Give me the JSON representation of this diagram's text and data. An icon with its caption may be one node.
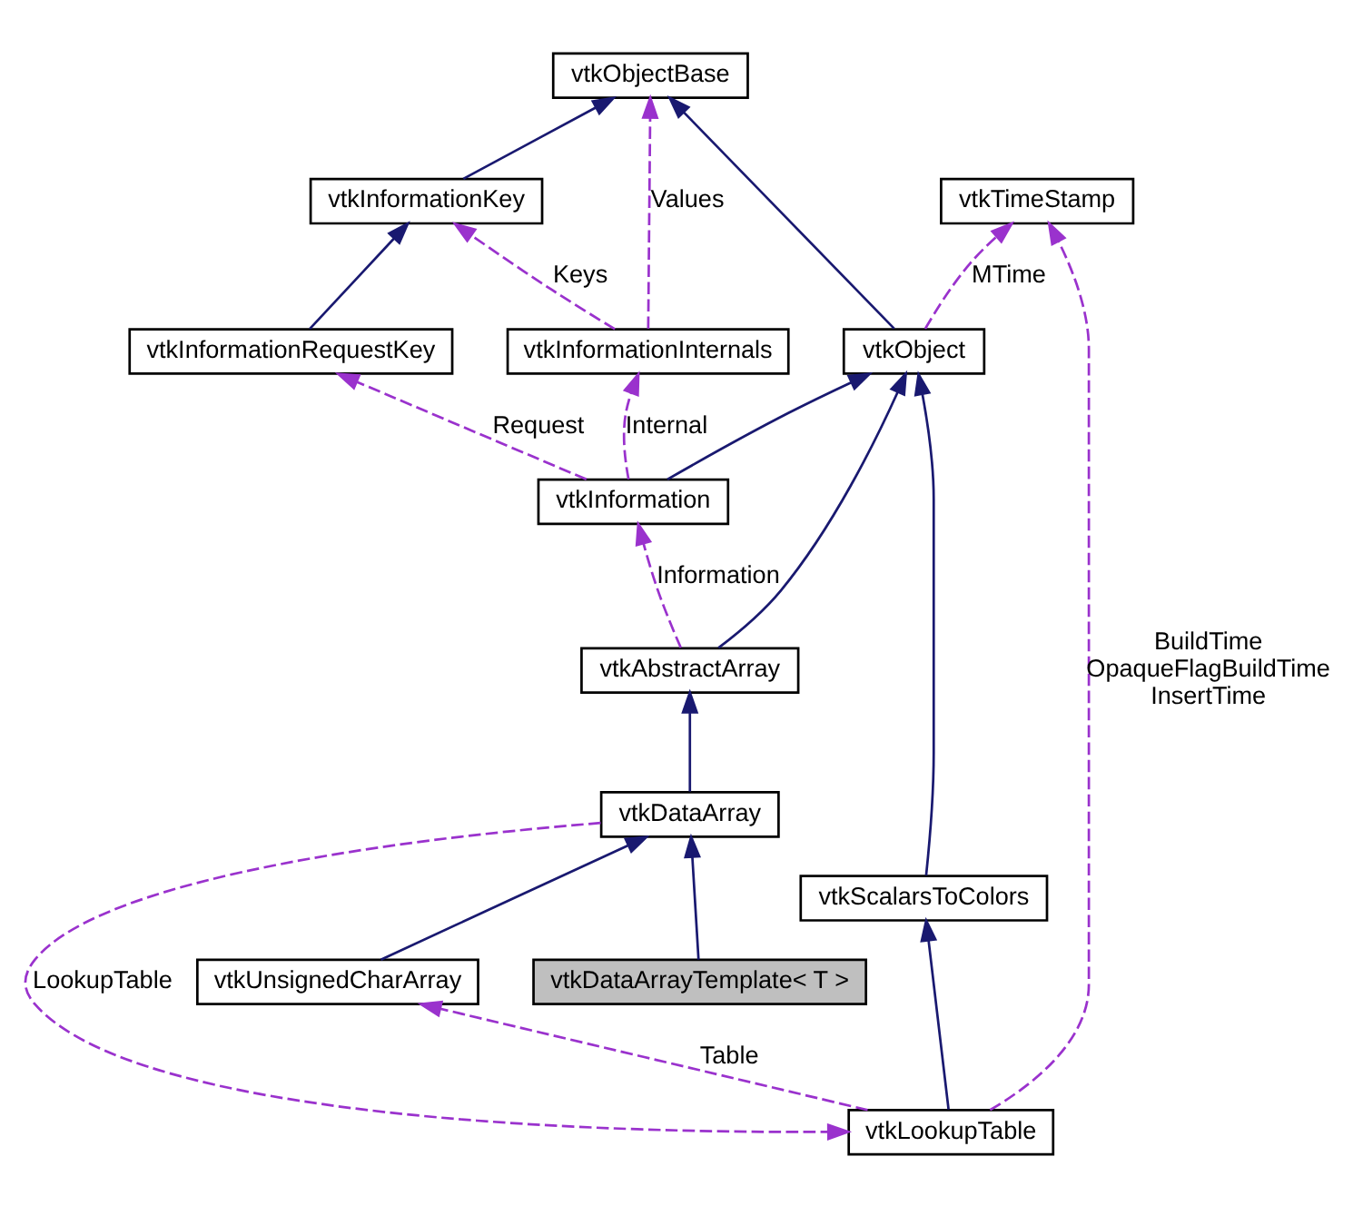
{
  "diagram": {
    "nodes": [
      {
        "text": [
          "vtkObjectBase"
        ]
      },
      {
        "text": [
          "vtkInformationKey"
        ]
      },
      {
        "text": [
          "vtkTimeStamp"
        ]
      },
      {
        "text": [
          "vtkInformationInternals"
        ]
      },
      {
        "text": [
          "vtkInformationRequestKey"
        ]
      },
      {
        "text": [
          "vtkObject"
        ]
      },
      {
        "text": [
          "vtkInformation"
        ]
      },
      {
        "text": [
          "vtkScalarsToColors"
        ]
      },
      {
        "text": [
          "vtkAbstractArray"
        ]
      },
      {
        "text": [
          "vtkDataArray"
        ]
      },
      {
        "text": [
          "vtkUnsignedCharArray"
        ]
      },
      {
        "text": [
          "vtkDataArrayTemplate< T >"
        ]
      },
      {
        "text": [
          "vtkLookupTable"
        ]
      }
    ],
    "edges": [
      {
        "from": 1,
        "to": 0,
        "arrow": "to"
      },
      {
        "from": 5,
        "to": 0,
        "arrow": "to"
      },
      {
        "from": 3,
        "to": 0,
        "arrow": "to",
        "label": "Values",
        "style": "dashed",
        "color": "#9a32cd"
      },
      {
        "from": 3,
        "to": 1,
        "arrow": "to",
        "label": "Keys",
        "style": "dashed",
        "color": "#9a32cd"
      },
      {
        "from": 4,
        "to": 1,
        "arrow": "to"
      },
      {
        "from": 5,
        "to": 2,
        "arrow": "to",
        "label": "MTime",
        "style": "dashed",
        "color": "#9a32cd"
      },
      {
        "from": 6,
        "to": 3,
        "arrow": "to",
        "label": "Internal",
        "style": "dashed",
        "color": "#9a32cd"
      },
      {
        "from": 6,
        "to": 4,
        "arrow": "to",
        "label": "Request",
        "style": "dashed",
        "color": "#9a32cd"
      },
      {
        "from": 6,
        "to": 5,
        "arrow": "to"
      },
      {
        "from": 8,
        "to": 6,
        "arrow": "to",
        "label": "Information",
        "style": "dashed",
        "color": "#9a32cd"
      },
      {
        "from": 8,
        "to": 5,
        "arrow": "to"
      },
      {
        "from": 7,
        "to": 5,
        "arrow": "to"
      },
      {
        "from": 9,
        "to": 8,
        "arrow": "to"
      },
      {
        "from": 10,
        "to": 9,
        "arrow": "to"
      },
      {
        "from": 11,
        "to": 9,
        "arrow": "to"
      },
      {
        "from": 12,
        "to": 7,
        "arrow": "to"
      },
      {
        "from": 9,
        "to": 12,
        "arrow": "to",
        "label": "LookupTable",
        "style": "dashed",
        "color": "#9a32cd"
      },
      {
        "from": 12,
        "to": 10,
        "arrow": "to",
        "label": "Table",
        "style": "dashed",
        "color": "#9a32cd"
      },
      {
        "from": 12,
        "to": 2,
        "arrow": "to",
        "label": "BuildTime OpaqueFlagBuildTime InsertTime",
        "style": "dashed",
        "color": "#9a32cd"
      }
    ]
  }
}
